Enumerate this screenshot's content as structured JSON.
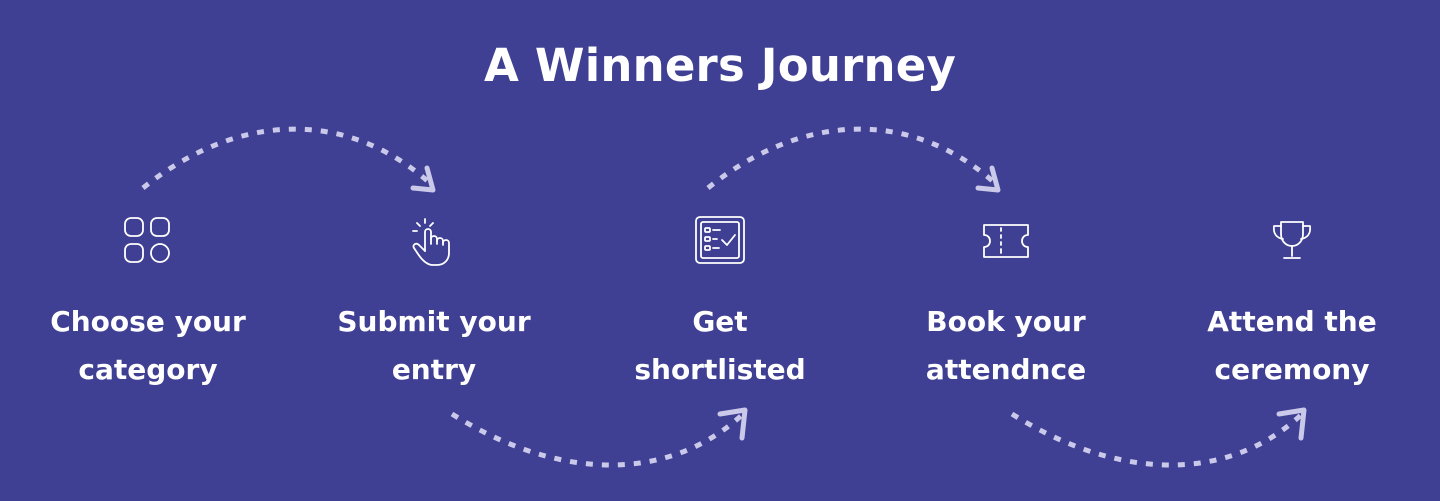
{
  "title": "A Winners Journey",
  "steps": [
    {
      "icon": "category-grid-icon",
      "line1": "Choose your",
      "line2": "category"
    },
    {
      "icon": "tap-hand-icon",
      "line1": "Submit your",
      "line2": "entry"
    },
    {
      "icon": "checklist-board-icon",
      "line1": "Get",
      "line2": "shortlisted"
    },
    {
      "icon": "ticket-icon",
      "line1": "Book your",
      "line2": "attendnce"
    },
    {
      "icon": "trophy-icon",
      "line1": "Attend the",
      "line2": "ceremony"
    }
  ],
  "colors": {
    "background": "#3f3f93",
    "text": "#ffffff",
    "arrow": "#cbc9ea"
  }
}
